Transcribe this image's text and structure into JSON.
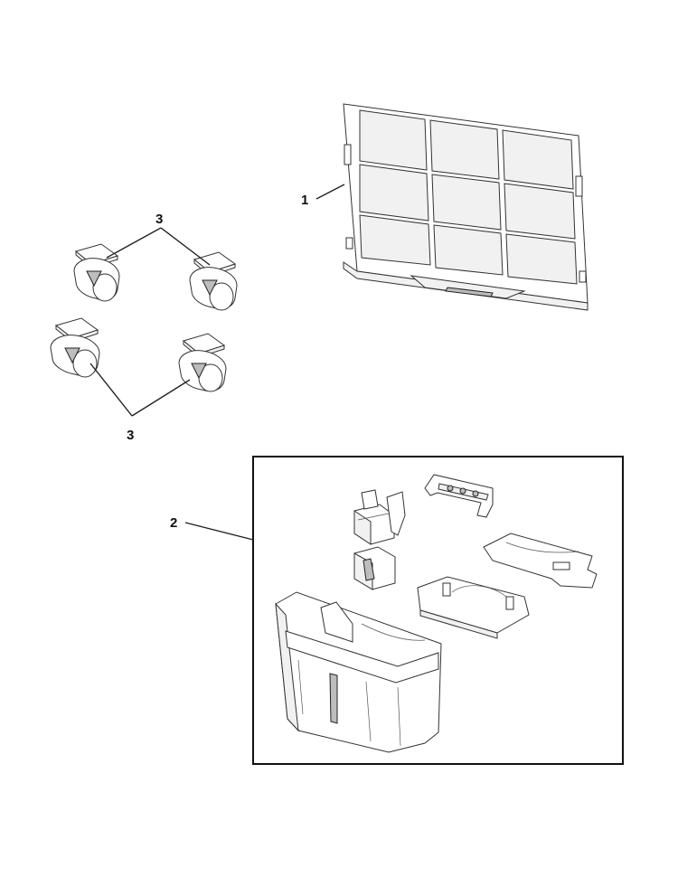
{
  "callouts": [
    {
      "id": "filter",
      "label": "1"
    },
    {
      "id": "tank-kit",
      "label": "2"
    },
    {
      "id": "casters-top",
      "label": "3"
    },
    {
      "id": "casters-bottom",
      "label": "3"
    }
  ]
}
